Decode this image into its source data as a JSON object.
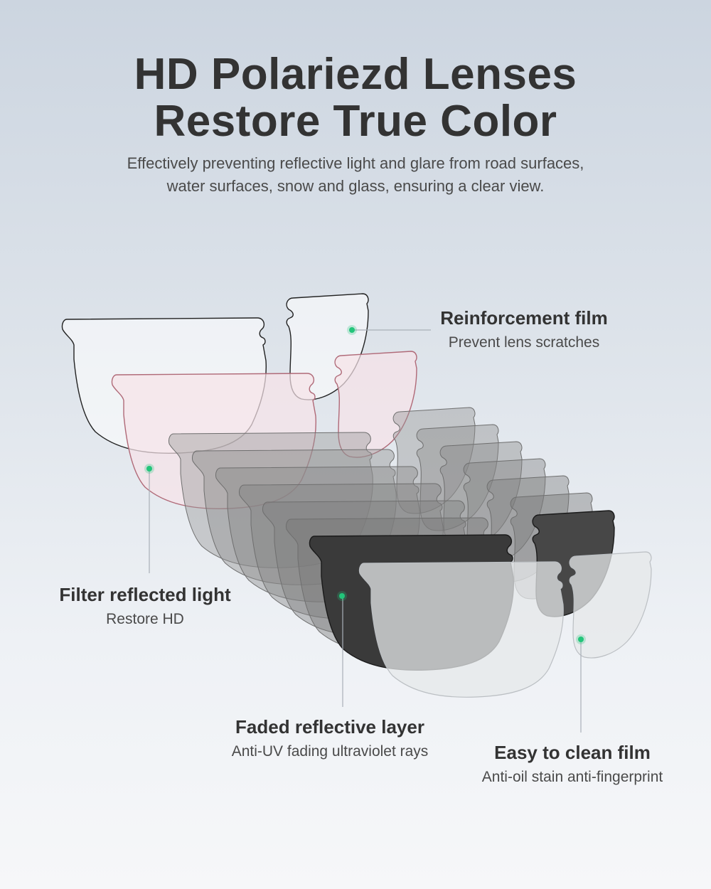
{
  "header": {
    "title_line1": "HD Polariezd Lenses",
    "title_line2": "Restore True Color",
    "subtitle_line1": "Effectively preventing reflective light and glare from road surfaces,",
    "subtitle_line2": "water surfaces, snow and glass, ensuring a clear view."
  },
  "callouts": {
    "reinforcement": {
      "title": "Reinforcement film",
      "desc": "Prevent lens scratches"
    },
    "filter": {
      "title": "Filter reflected light",
      "desc": "Restore HD"
    },
    "faded": {
      "title": "Faded reflective layer",
      "desc": "Anti-UV fading ultraviolet rays"
    },
    "clean": {
      "title": "Easy to clean film",
      "desc": "Anti-oil stain anti-fingerprint"
    }
  },
  "colors": {
    "marker": "#22c57a",
    "leader_line": "#a9b0b8",
    "text_dark": "#333333",
    "text_body": "#4a4a4a"
  },
  "icons": {
    "lens_shape": "sunglasses-lens",
    "marker_dot": "green-dot"
  }
}
